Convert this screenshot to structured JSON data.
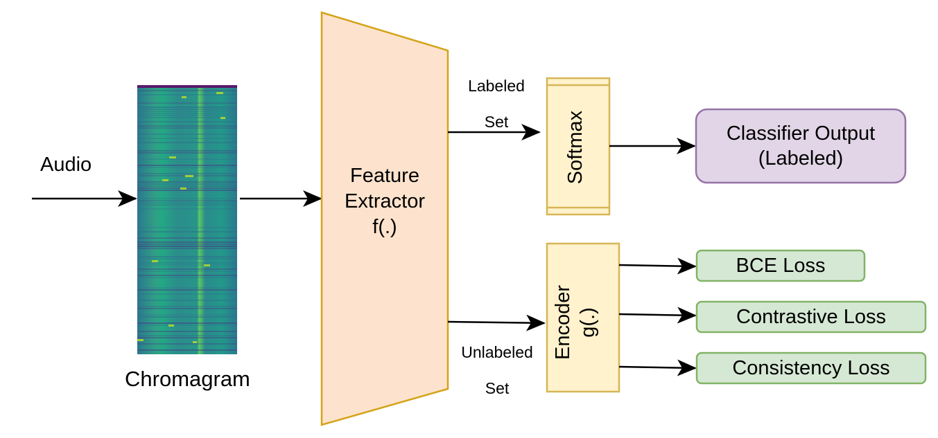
{
  "labels": {
    "audio": "Audio",
    "chromagram": "Chromagram",
    "feature_extractor": [
      "Feature",
      "Extractor",
      "f(.)"
    ],
    "labeled_set": [
      "Labeled",
      "Set"
    ],
    "unlabeled_set": [
      "Unlabeled",
      "Set"
    ],
    "softmax": "Softmax",
    "encoder": [
      "Encoder",
      "g(.)"
    ],
    "classifier_output": [
      "Classifier Output",
      "(Labeled)"
    ],
    "bce_loss": "BCE Loss",
    "contrastive_loss": "Contrastive Loss",
    "consistency_loss": "Consistency Loss"
  },
  "colors": {
    "extractor_fill": "#FDE3CD",
    "extractor_stroke": "#D4A316",
    "block_fill": "#FFF2CC",
    "block_stroke": "#D6B656",
    "classifier_fill": "#E1D5E7",
    "classifier_stroke": "#9673A6",
    "loss_fill": "#D5E8D4",
    "loss_stroke": "#82B366",
    "chroma_base": "#21918C",
    "chroma_light": "#C2DF23",
    "chroma_dark": "#433E85"
  }
}
